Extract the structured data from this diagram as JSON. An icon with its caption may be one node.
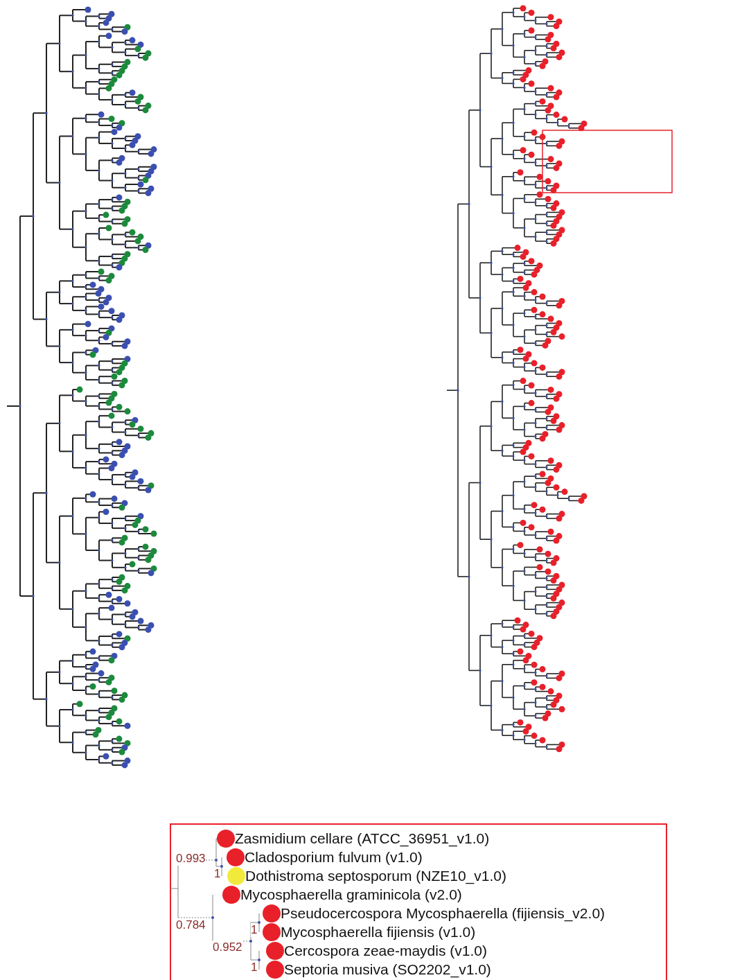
{
  "diagram": {
    "nodes": [
      {
        "text": [
          "Zasmidium cellare (ATCC_36951_v1.0)"
        ]
      },
      {
        "text": [
          "Cladosporium fulvum (v1.0)"
        ]
      },
      {
        "text": [
          "Dothistroma septosporum (NZE10_v1.0)"
        ]
      },
      {
        "text": [
          "Mycosphaerella graminicola (v2.0)"
        ]
      },
      {
        "text": [
          "Pseudocercospora Mycosphaerella (fijiensis_v2.0)"
        ]
      },
      {
        "text": [
          "Mycosphaerella fijiensis (v1.0)"
        ]
      },
      {
        "text": [
          "Cercospora zeae-maydis (v1.0)"
        ]
      },
      {
        "text": [
          "Septoria musiva (SO2202_v1.0)"
        ]
      }
    ],
    "labels": [
      "0.993",
      "1",
      "0.784",
      "0.952",
      "1",
      "1"
    ]
  }
}
